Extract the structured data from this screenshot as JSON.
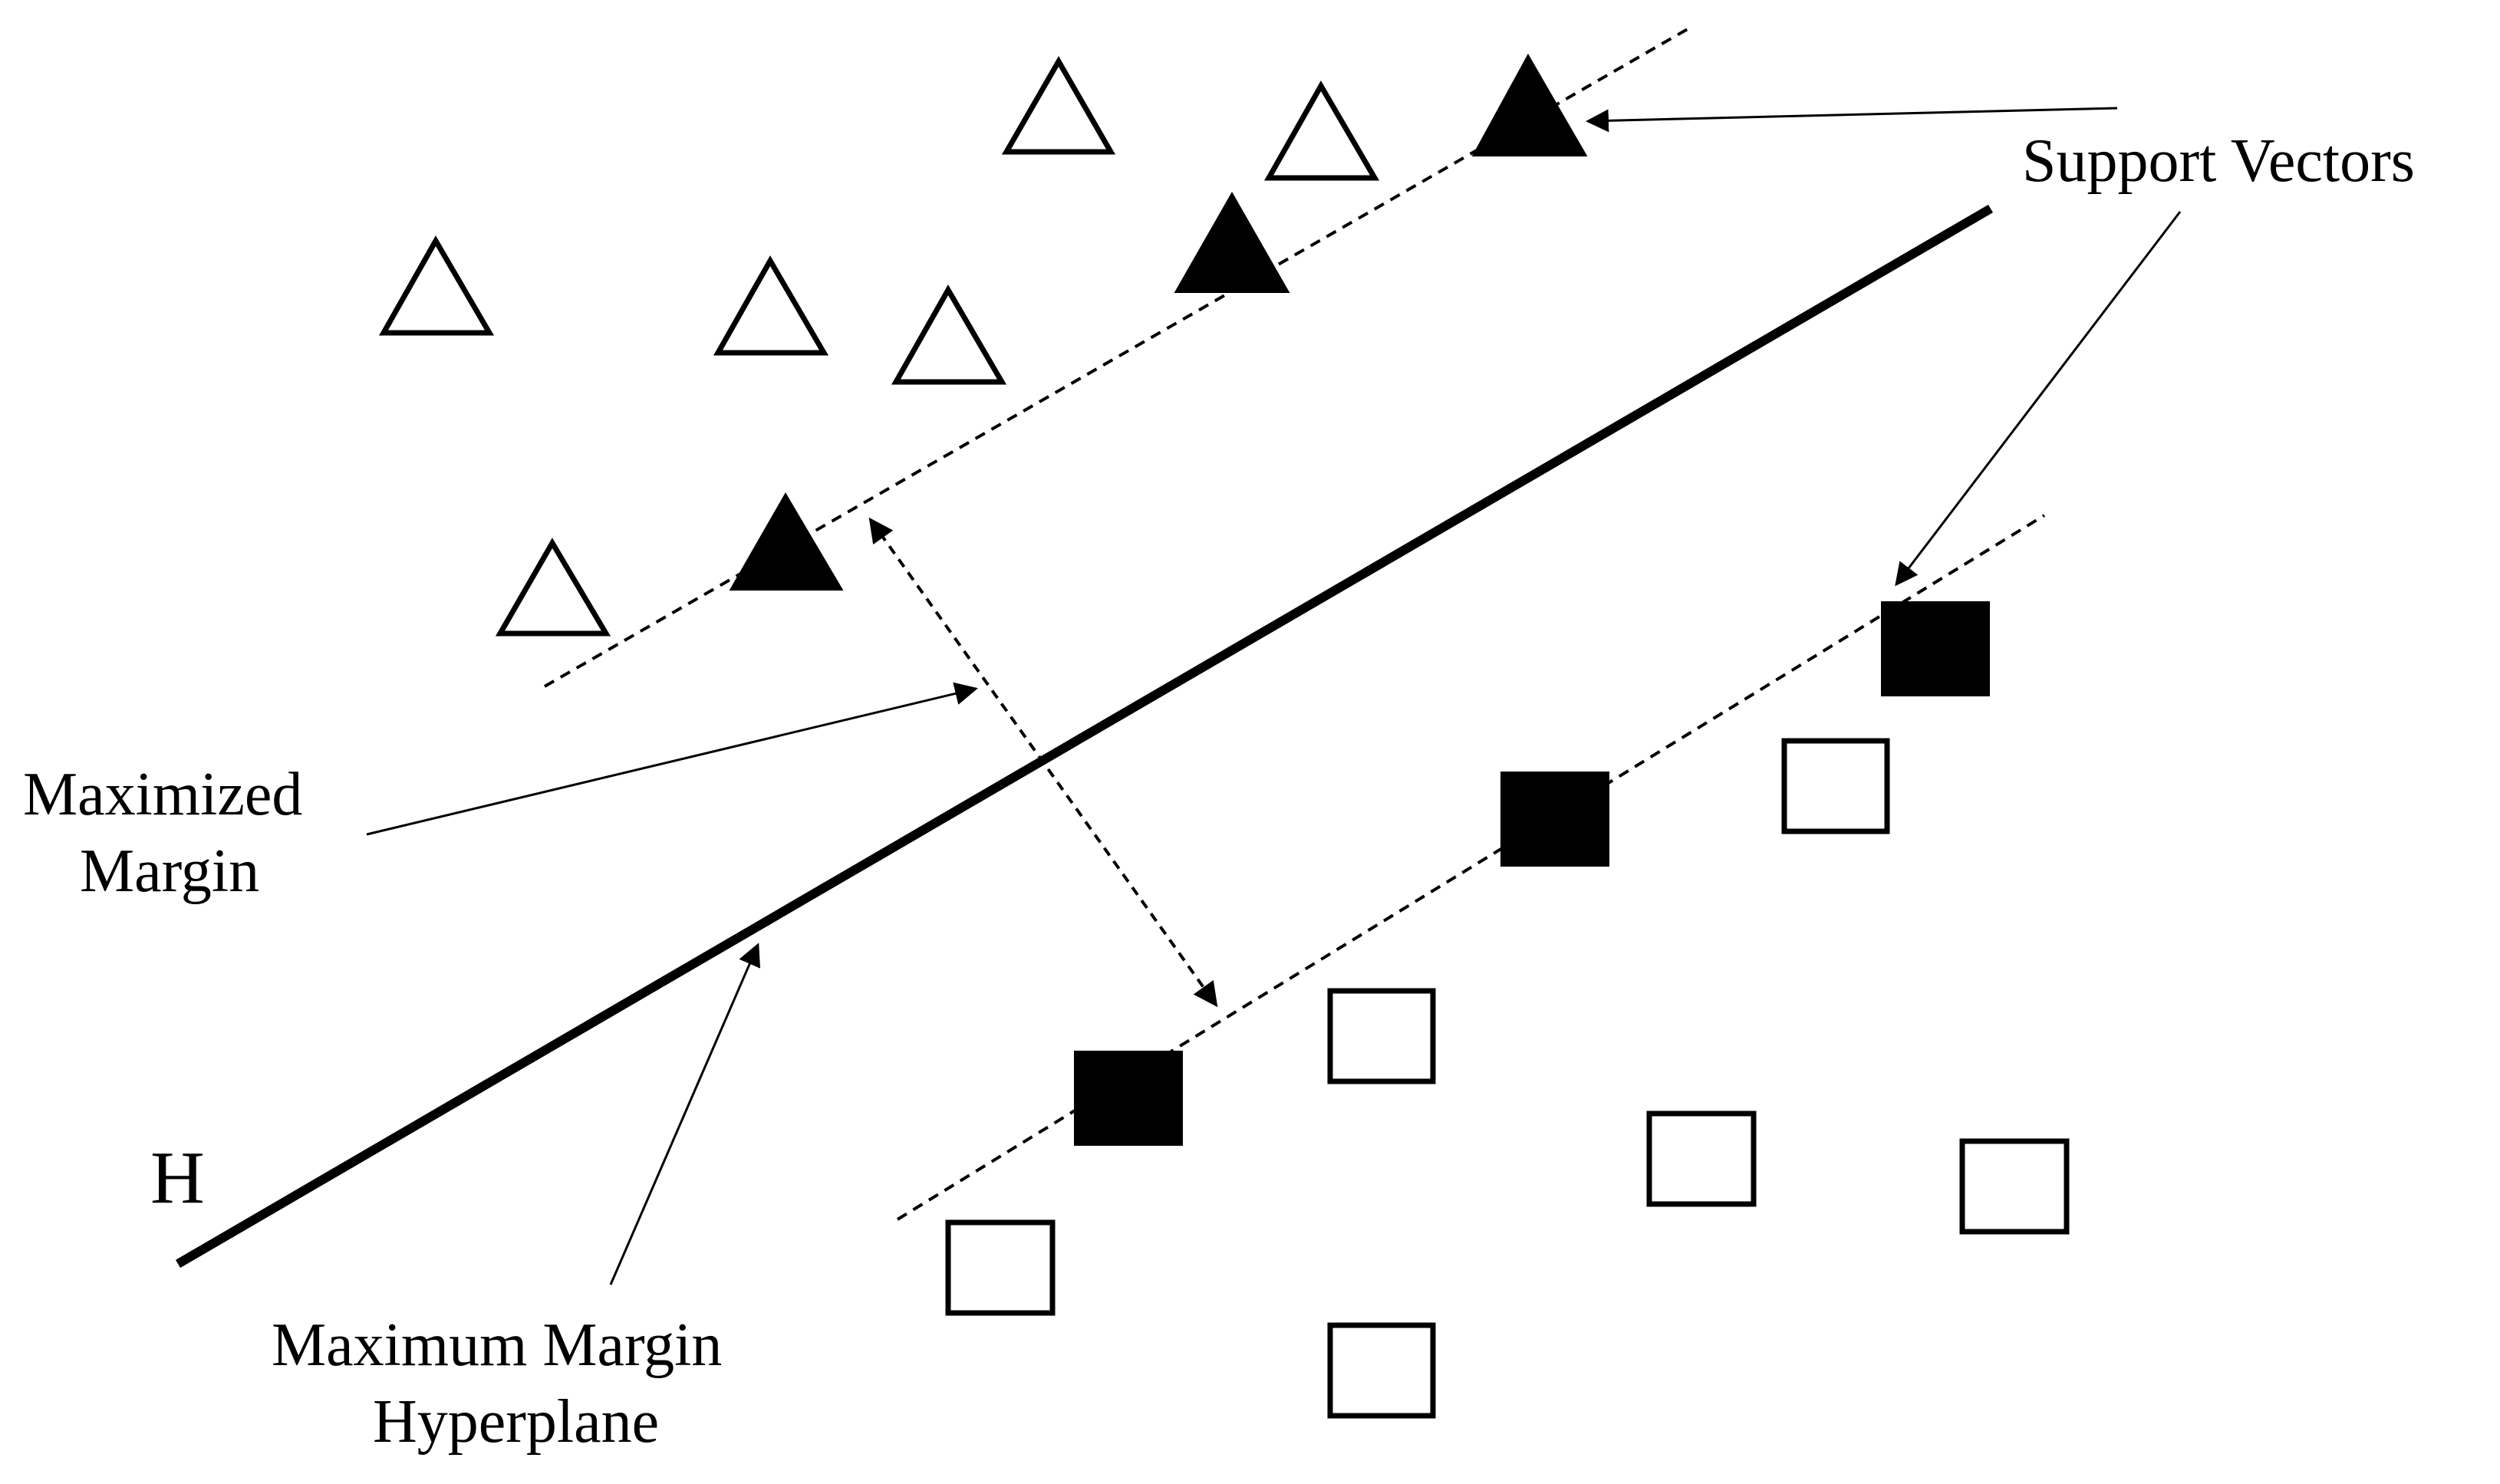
{
  "labels": {
    "support_vectors": "Support Vectors",
    "maximized_margin_line1": "Maximized",
    "maximized_margin_line2": "Margin",
    "hyperplane_line1": "Maximum Margin",
    "hyperplane_line2": "Hyperplane",
    "hyperplane_name": "H"
  },
  "colors": {
    "ink": "#000000",
    "background": "#ffffff"
  },
  "legend_classes": {
    "triangle_class": "triangle-icon",
    "square_class": "square-icon"
  }
}
